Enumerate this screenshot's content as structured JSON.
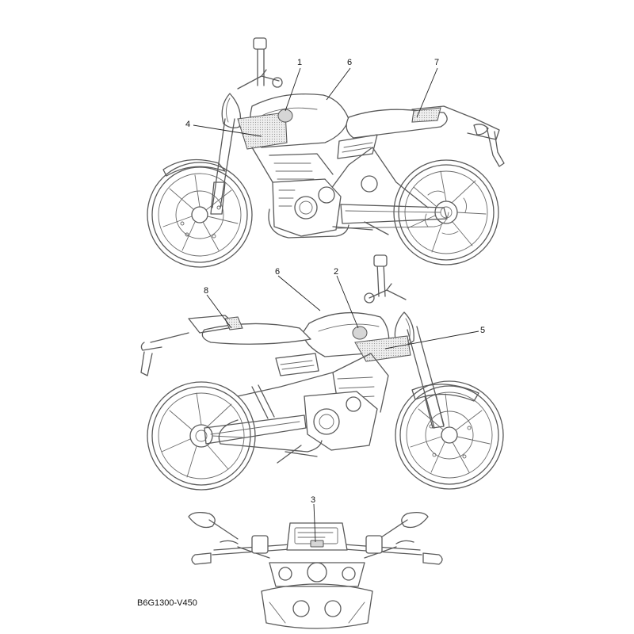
{
  "callouts": {
    "c1": "1",
    "c2": "2",
    "c3": "3",
    "c4": "4",
    "c5": "5",
    "c6a": "6",
    "c6b": "6",
    "c7": "7",
    "c8": "8"
  },
  "diagram_code": "B6G1300-V450",
  "colors": {
    "line": "#5a5a5a",
    "text": "#111111",
    "background": "#ffffff"
  }
}
